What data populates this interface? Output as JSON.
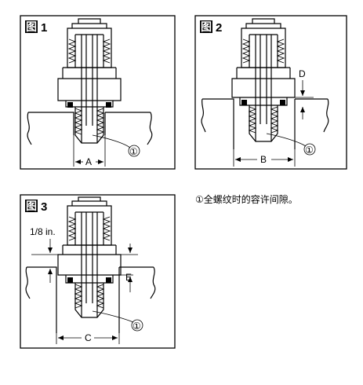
{
  "figures": [
    {
      "id": "fig1",
      "title_glyph": "图",
      "title_num": "1",
      "dim_label": "A",
      "callout": "①"
    },
    {
      "id": "fig2",
      "title_glyph": "图",
      "title_num": "2",
      "dim_label": "B",
      "gap_label": "D",
      "callout": "①"
    },
    {
      "id": "fig3",
      "title_glyph": "图",
      "title_num": "3",
      "dim_label": "C",
      "gap_label": "E",
      "offset_label": "1/8 in.",
      "callout": "①"
    }
  ],
  "note": "①全螺纹时的容许间隙。"
}
